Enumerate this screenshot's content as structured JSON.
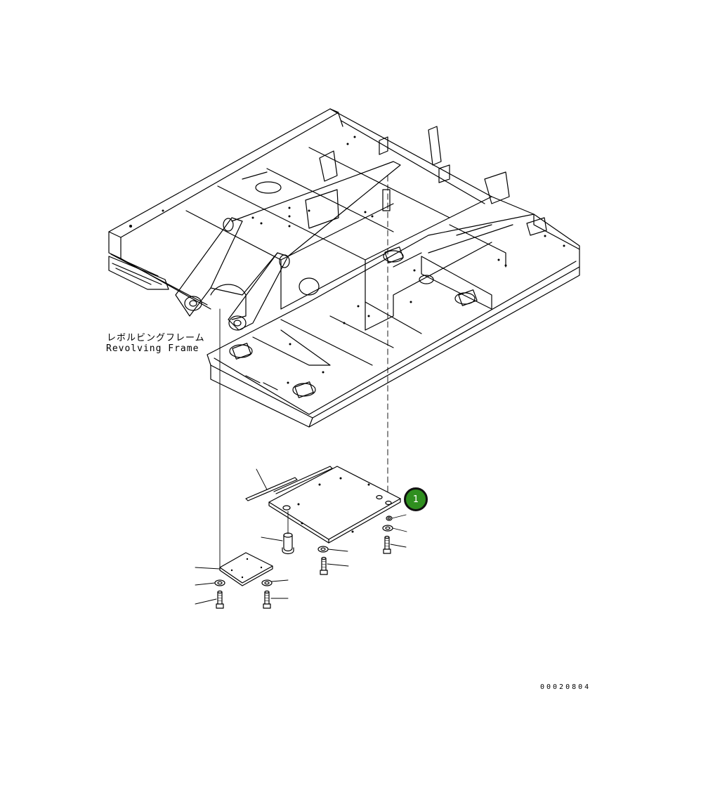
{
  "labels": {
    "japanese": "レボルビングフレーム",
    "english": "Revolving Frame"
  },
  "callout": {
    "number": "1",
    "color": "#2f8f1f"
  },
  "drawing_code": "00020804"
}
